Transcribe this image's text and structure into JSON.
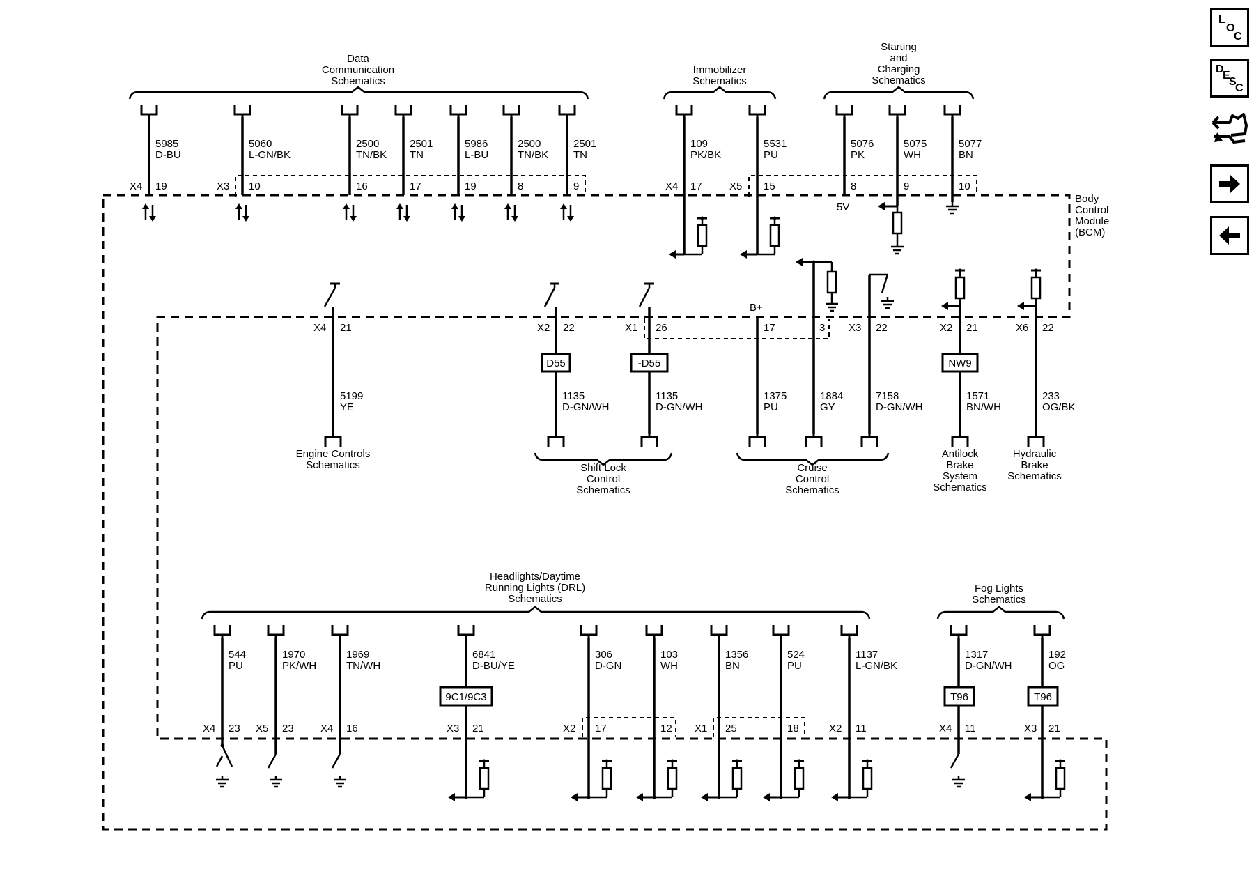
{
  "nav": {
    "loc": {
      "l1": "L",
      "l2": "O",
      "l3": "C"
    },
    "desc": {
      "l1": "D",
      "l2": "E",
      "l3": "S",
      "l4": "C"
    }
  },
  "module": {
    "line1": "Body",
    "line2": "Control",
    "line3": "Module",
    "line4": "(BCM)"
  },
  "headers": {
    "datacomm": [
      "Data",
      "Communication",
      "Schematics"
    ],
    "immobilizer": [
      "Immobilizer",
      "Schematics"
    ],
    "starting": [
      "Starting",
      "and",
      "Charging",
      "Schematics"
    ],
    "engine": [
      "Engine Controls",
      "Schematics"
    ],
    "shiftlock": [
      "Shift Lock",
      "Control",
      "Schematics"
    ],
    "cruise": [
      "Cruise",
      "Control",
      "Schematics"
    ],
    "abs": [
      "Antilock",
      "Brake",
      "System",
      "Schematics"
    ],
    "hydraulic": [
      "Hydraulic",
      "Brake",
      "Schematics"
    ],
    "headlights": [
      "Headlights/Daytime",
      "Running Lights (DRL)",
      "Schematics"
    ],
    "fog": [
      "Fog Lights",
      "Schematics"
    ]
  },
  "wires": {
    "d1": [
      "5985",
      "D-BU"
    ],
    "d2": [
      "5060",
      "L-GN/BK"
    ],
    "d3": [
      "2500",
      "TN/BK"
    ],
    "d4": [
      "2501",
      "TN"
    ],
    "d5": [
      "5986",
      "L-BU"
    ],
    "d6": [
      "2500",
      "TN/BK"
    ],
    "d7": [
      "2501",
      "TN"
    ],
    "i1": [
      "109",
      "PK/BK"
    ],
    "i2": [
      "5531",
      "PU"
    ],
    "s1": [
      "5076",
      "PK"
    ],
    "s2": [
      "5075",
      "WH"
    ],
    "s3": [
      "5077",
      "BN"
    ],
    "m1": [
      "5199",
      "YE"
    ],
    "m2": [
      "1135",
      "D-GN/WH"
    ],
    "m3": [
      "1135",
      "D-GN/WH"
    ],
    "m4": [
      "1375",
      "PU"
    ],
    "m5": [
      "1884",
      "GY"
    ],
    "m6": [
      "7158",
      "D-GN/WH"
    ],
    "m7": [
      "1571",
      "BN/WH"
    ],
    "m8": [
      "233",
      "OG/BK"
    ],
    "b1": [
      "544",
      "PU"
    ],
    "b2": [
      "1970",
      "PK/WH"
    ],
    "b3": [
      "1969",
      "TN/WH"
    ],
    "b4": [
      "6841",
      "D-BU/YE"
    ],
    "b5": [
      "306",
      "D-GN"
    ],
    "b6": [
      "103",
      "WH"
    ],
    "b7": [
      "1356",
      "BN"
    ],
    "b8": [
      "524",
      "PU"
    ],
    "b9": [
      "1137",
      "L-GN/BK"
    ],
    "b10": [
      "1317",
      "D-GN/WH"
    ],
    "b11": [
      "192",
      "OG"
    ]
  },
  "pins": {
    "top": {
      "d1c": "X4",
      "d1p": "19",
      "d2c": "X3",
      "d2p": "10",
      "d3p": "16",
      "d4p": "17",
      "d5p": "19",
      "d6p": "8",
      "d7p": "9",
      "i1c": "X4",
      "i1p": "17",
      "i2c": "X5",
      "i2p": "15",
      "s1p": "8",
      "s2p": "9",
      "s3p": "10",
      "v5": "5V"
    },
    "mid": {
      "m1c": "X4",
      "m1p": "21",
      "m2c": "X2",
      "m2p": "22",
      "m3c": "X1",
      "m3p": "26",
      "m4p": "17",
      "m5p": "3",
      "m6c": "X3",
      "m6p": "22",
      "m7c": "X2",
      "m7p": "21",
      "m8c": "X6",
      "m8p": "22",
      "bplus": "B+"
    },
    "bot": {
      "b1c": "X4",
      "b1p": "23",
      "b2c": "X5",
      "b2p": "23",
      "b3c": "X4",
      "b3p": "16",
      "b4c": "X3",
      "b4p": "21",
      "b5c": "X2",
      "b5p": "17",
      "b6p": "12",
      "b7c": "X1",
      "b7p": "25",
      "b8p": "18",
      "b9c": "X2",
      "b9p": "11",
      "b10c": "X4",
      "b10p": "11",
      "b11c": "X3",
      "b11p": "21"
    }
  },
  "options": {
    "d55": "D55",
    "notd55": "-D55",
    "nw9": "NW9",
    "conn9c": "9C1/9C3",
    "t96a": "T96",
    "t96b": "T96"
  }
}
